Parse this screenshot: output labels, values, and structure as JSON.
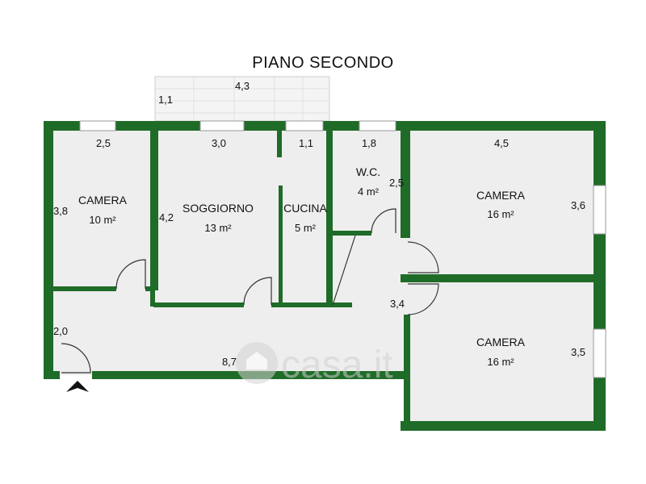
{
  "title": "PIANO SECONDO",
  "colors": {
    "wall": "#1f6b28",
    "floor": "#eeeeee",
    "balcony": "#f5f5f5",
    "door": "#333333",
    "window": "#ffffff",
    "watermark": "#cfcfcf"
  },
  "rooms": [
    {
      "name": "CAMERA",
      "area": "10 m²"
    },
    {
      "name": "SOGGIORNO",
      "area": "13 m²"
    },
    {
      "name": "CUCINA",
      "area": "5 m²"
    },
    {
      "name": "W.C.",
      "area": "4 m²"
    },
    {
      "name": "CAMERA",
      "area": "16 m²"
    },
    {
      "name": "CAMERA",
      "area": "16 m²"
    }
  ],
  "dimensions": {
    "balcony_width": "4,3",
    "balcony_depth": "1,1",
    "camera_left_width": "2,5",
    "camera_left_height": "3,8",
    "soggiorno_width": "3,0",
    "soggiorno_height": "4,2",
    "cucina_width": "1,1",
    "wc_width": "1,8",
    "wc_height": "2,5",
    "camera_right_width": "4,5",
    "camera_right_top_height": "3,6",
    "camera_right_bottom_height": "3,5",
    "hallway_height": "2,0",
    "hallway_length": "8,7",
    "corridor_length": "3,4"
  },
  "watermark": "casa.it",
  "entrance_icon": "entrance-arrow-icon"
}
